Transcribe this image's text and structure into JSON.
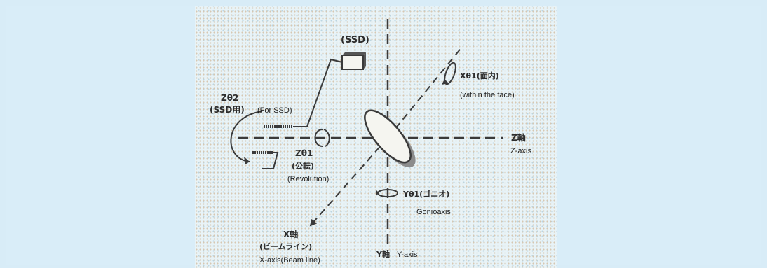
{
  "diagram": {
    "labels": {
      "ssd": "(SSD)",
      "xtheta1_jp": "Xθ1(面内)",
      "xtheta1_en": "(within the face)",
      "ztheta2_jp": "Zθ2",
      "ztheta2_sub_jp": "(SSD用)",
      "ztheta2_en": "(For SSD)",
      "zaxis_jp": "Z軸",
      "zaxis_en": "Z-axis",
      "ztheta1_jp": "Zθ1",
      "ztheta1_sub_jp": "(公転)",
      "ztheta1_en": "(Revolution)",
      "ytheta1_jp": "Yθ1(ゴニオ)",
      "ytheta1_en": "Gonioaxis",
      "xaxis_jp": "X軸",
      "xaxis_sub_jp": "(ビームライン)",
      "xaxis_en": "X-axis(Beam line)",
      "yaxis_jp": "Y軸",
      "yaxis_en": "Y-axis"
    },
    "colors": {
      "line": "#3a3a3a",
      "background": "#d8ecf7"
    }
  }
}
